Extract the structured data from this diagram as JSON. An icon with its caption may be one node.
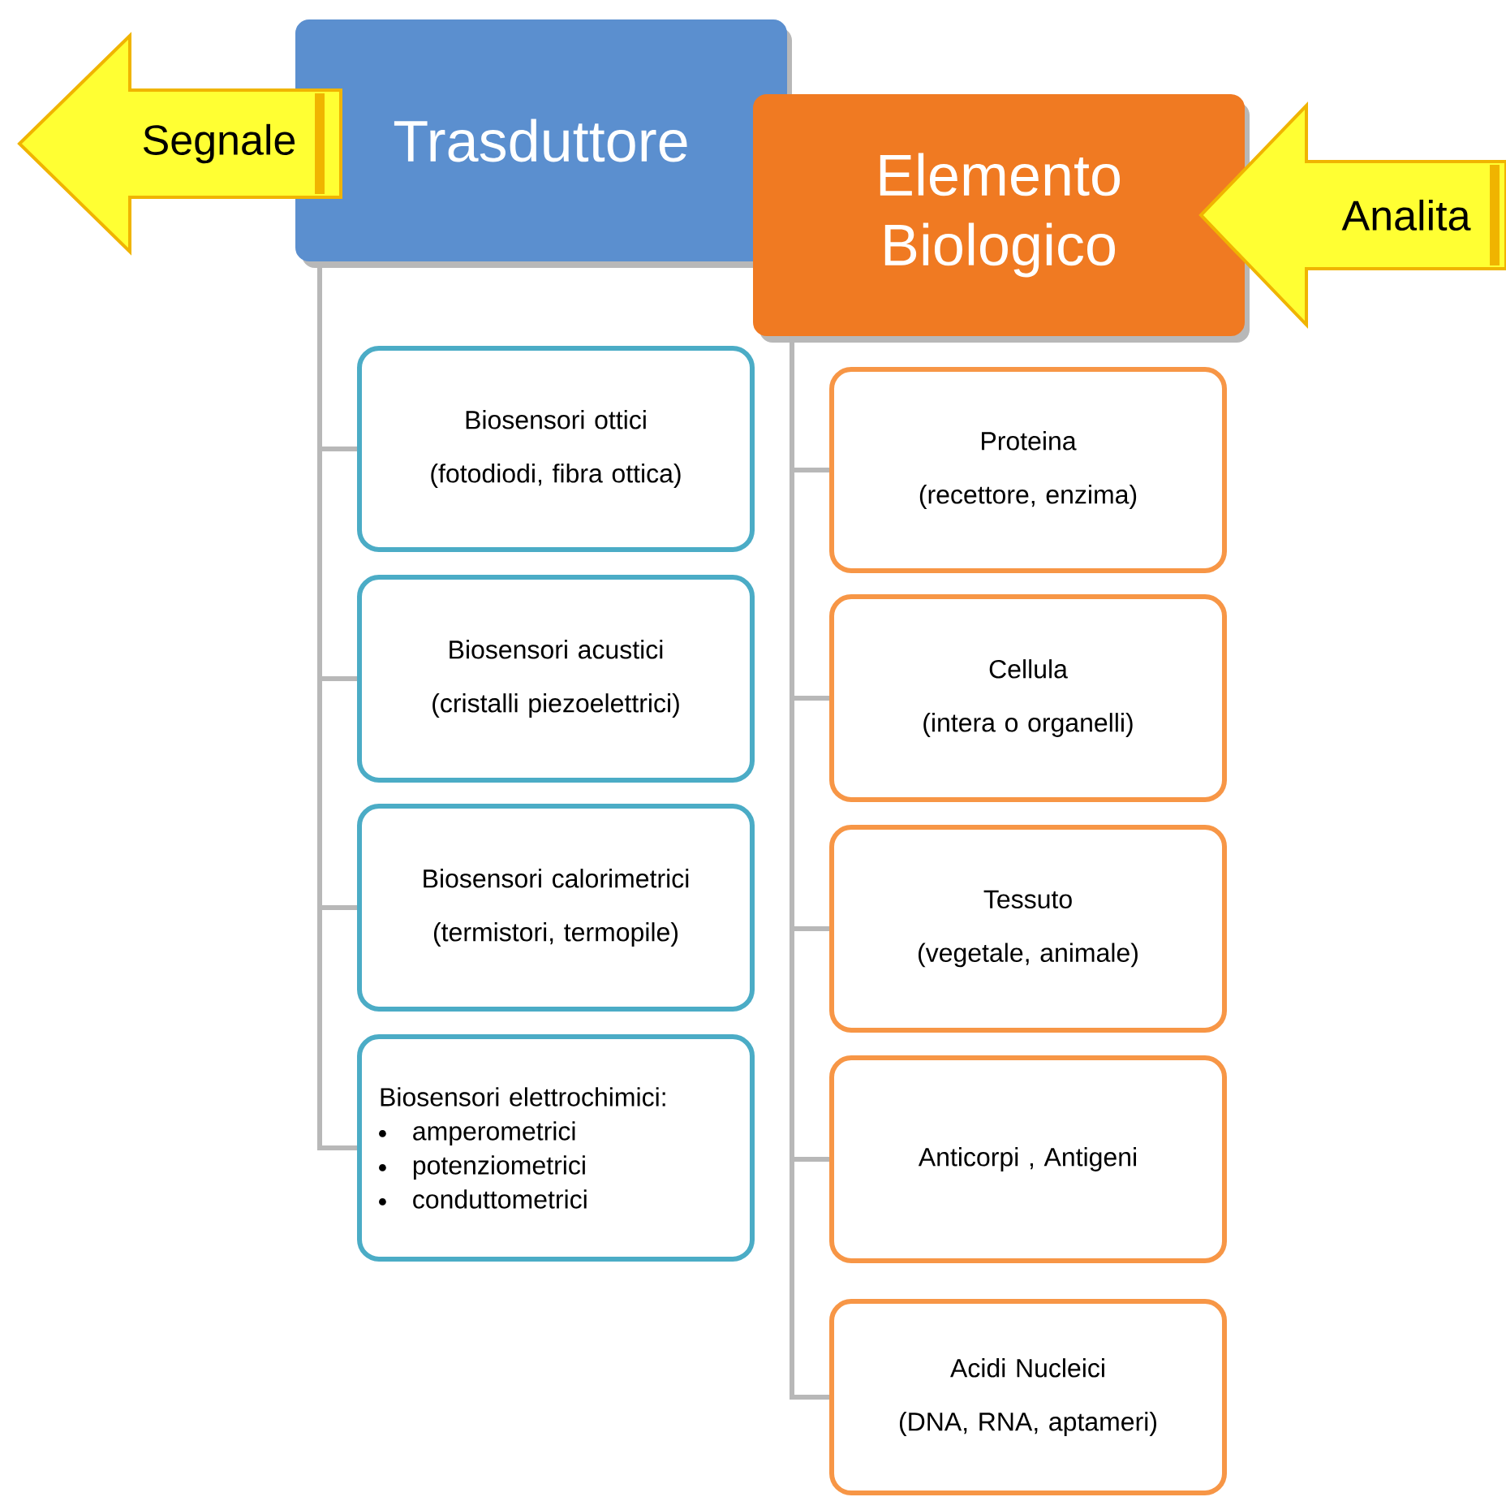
{
  "diagram": {
    "nodes": [
      {
        "text": [
          "Trasduttore"
        ]
      },
      {
        "text": [
          "Elemento Biologico"
        ]
      },
      {
        "text": [
          "Segnale"
        ]
      },
      {
        "text": [
          "Analita"
        ]
      },
      {
        "text": [
          "Biosensori ottici",
          "(fotodiodi, fibra ottica)"
        ]
      },
      {
        "text": [
          "Biosensori acustici",
          "(cristalli piezoelettrici)"
        ]
      },
      {
        "text": [
          "Biosensori calorimetrici",
          "(termistori, termopile)"
        ]
      },
      {
        "text": [
          "Biosensori elettrochimici:",
          "amperometrici",
          "potenziometrici",
          "conduttometrici"
        ]
      },
      {
        "text": [
          "Proteina",
          "(recettore, enzima)"
        ]
      },
      {
        "text": [
          "Cellula",
          "(intera o organelli)"
        ]
      },
      {
        "text": [
          "Tessuto",
          "(vegetale, animale)"
        ]
      },
      {
        "text": [
          "Anticorpi , Antigeni"
        ]
      },
      {
        "text": [
          "Acidi Nucleici",
          "(DNA, RNA, aptameri)"
        ]
      }
    ],
    "edges": [
      {
        "from": 0,
        "to": 4,
        "arrow": "none"
      },
      {
        "from": 0,
        "to": 5,
        "arrow": "none"
      },
      {
        "from": 0,
        "to": 6,
        "arrow": "none"
      },
      {
        "from": 0,
        "to": 7,
        "arrow": "none"
      },
      {
        "from": 1,
        "to": 8,
        "arrow": "none"
      },
      {
        "from": 1,
        "to": 9,
        "arrow": "none"
      },
      {
        "from": 1,
        "to": 10,
        "arrow": "none"
      },
      {
        "from": 1,
        "to": 11,
        "arrow": "none"
      },
      {
        "from": 1,
        "to": 12,
        "arrow": "none"
      }
    ]
  }
}
